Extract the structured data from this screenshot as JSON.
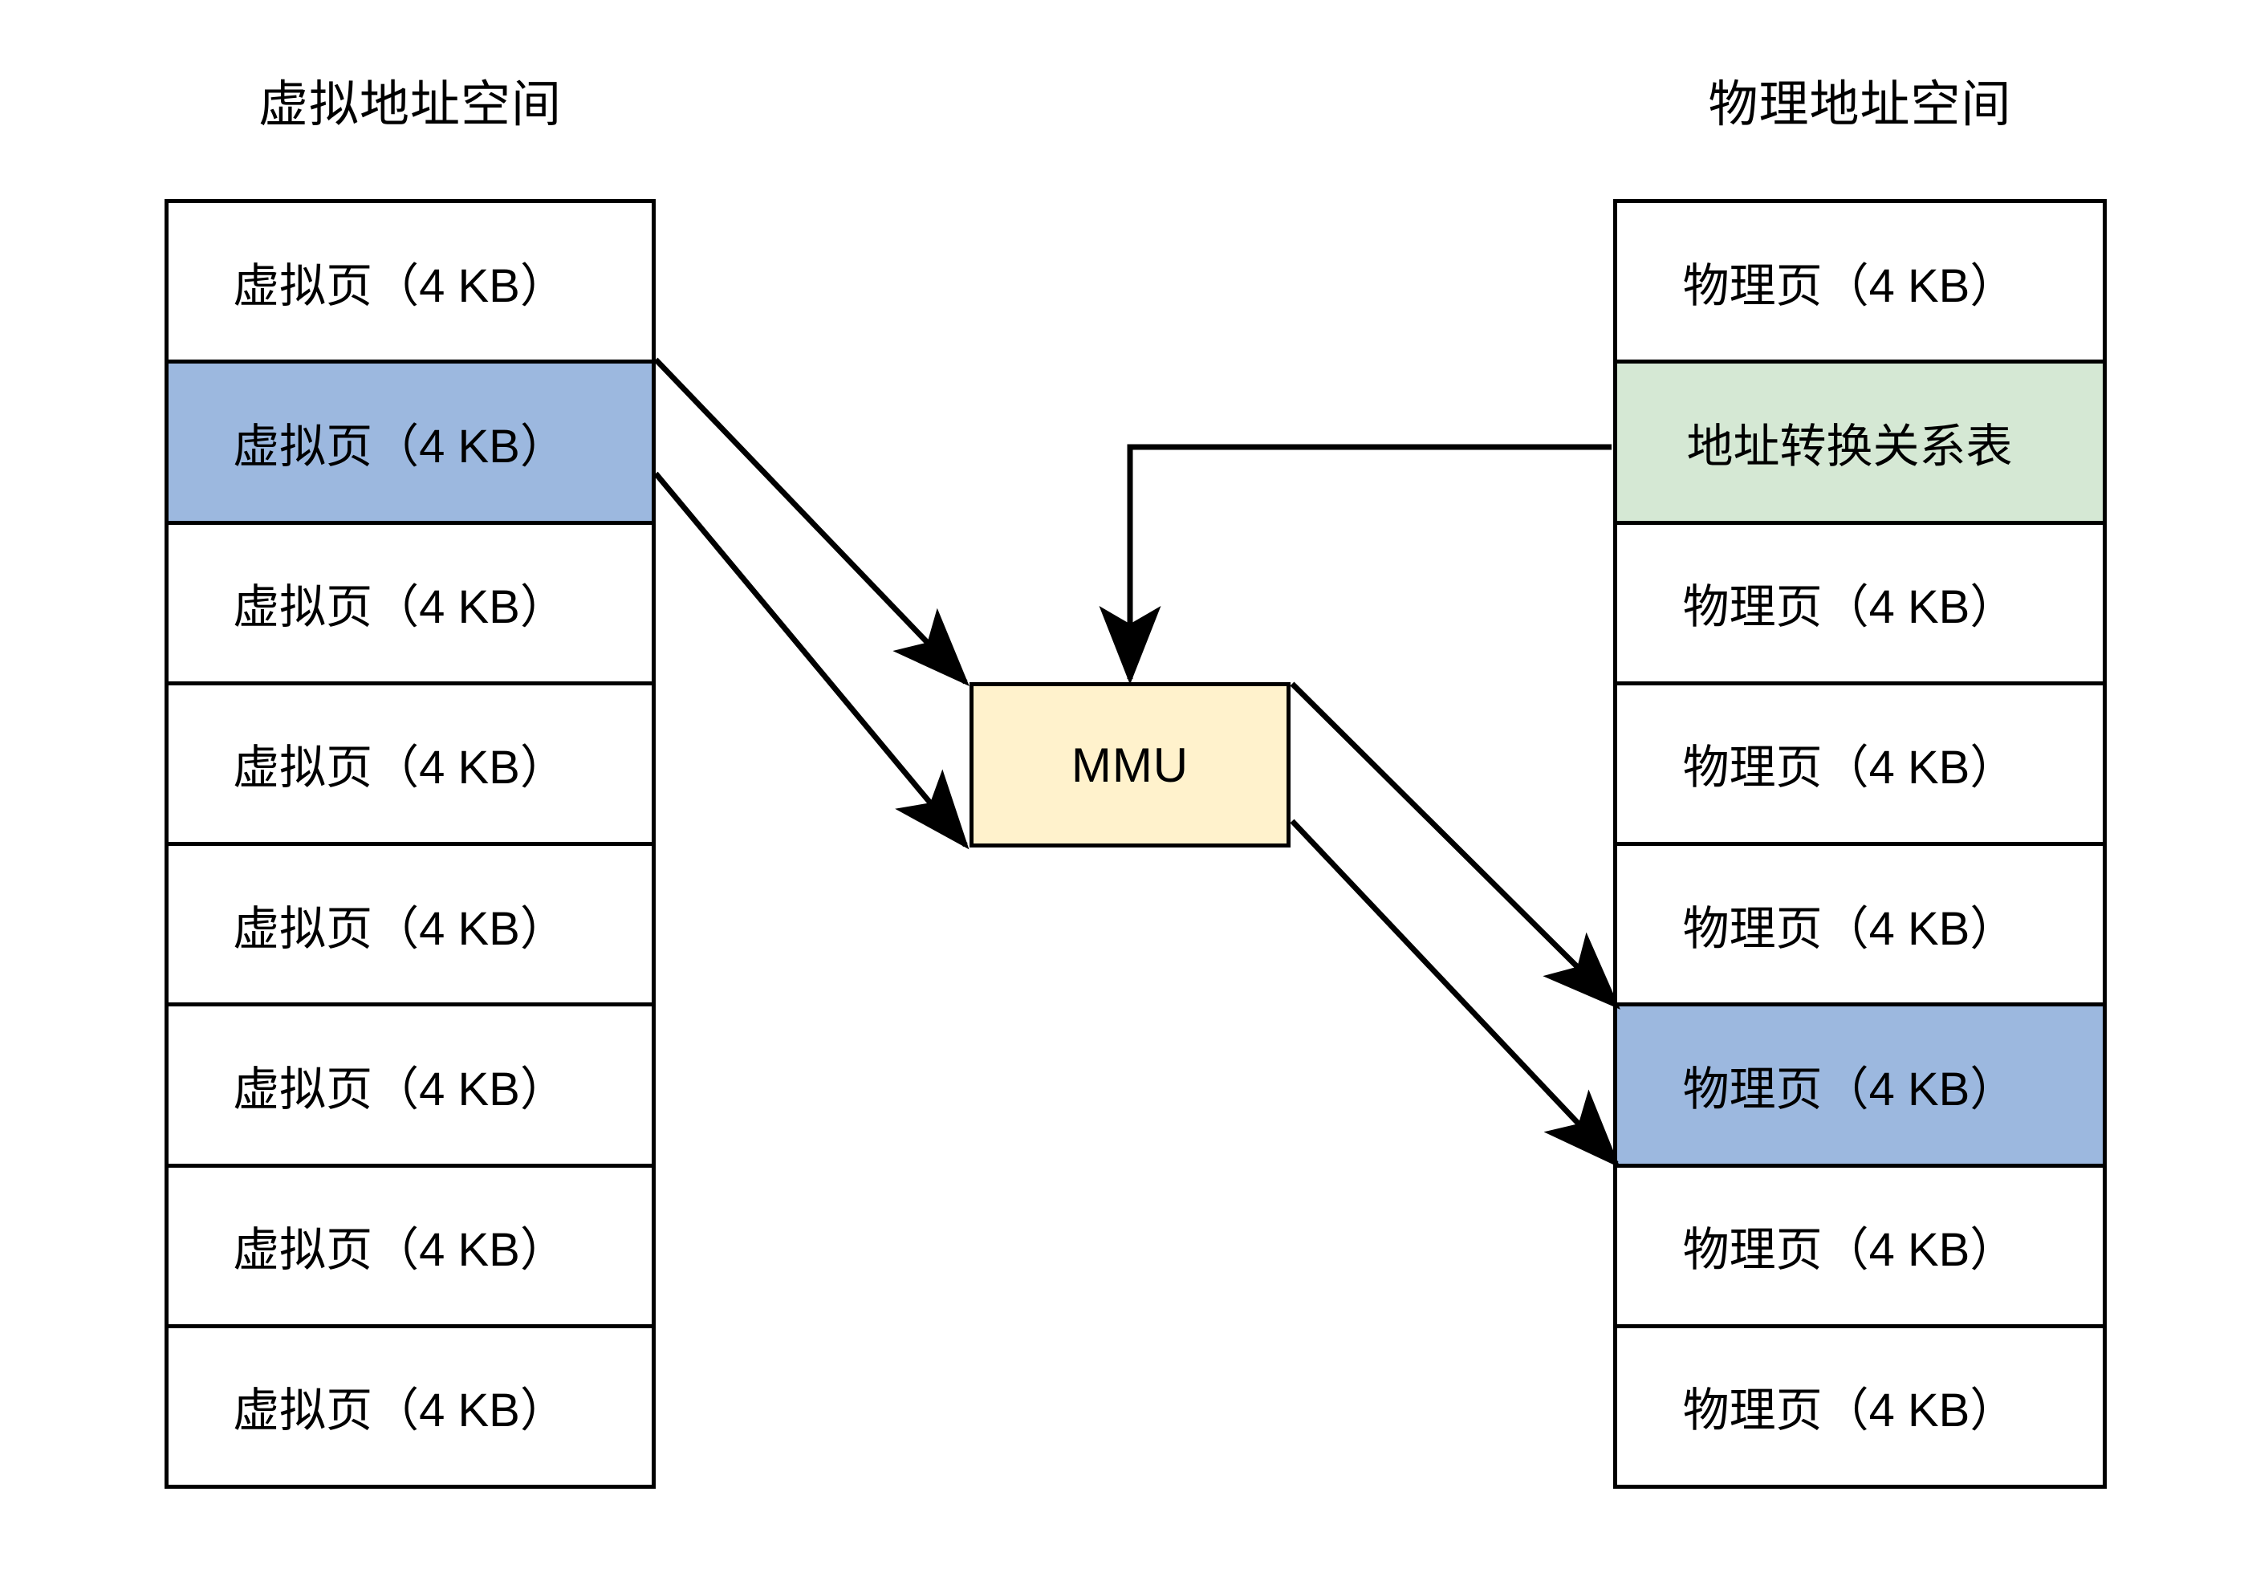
{
  "diagram": {
    "title_left": "虚拟地址空间",
    "title_right": "物理地址空间",
    "mmu_label": "MMU",
    "colors": {
      "highlight_blue": "#9CB8DF",
      "highlight_green": "#D5E8D4",
      "mmu_fill": "#FFF2CC",
      "stroke": "#000000",
      "page_fill": "#FFFFFF"
    },
    "virtual_space": {
      "rows": [
        {
          "label": "虚拟页（4 KB）",
          "fill": "white"
        },
        {
          "label": "虚拟页（4 KB）",
          "fill": "blue"
        },
        {
          "label": "虚拟页（4 KB）",
          "fill": "white"
        },
        {
          "label": "虚拟页（4 KB）",
          "fill": "white"
        },
        {
          "label": "虚拟页（4 KB）",
          "fill": "white"
        },
        {
          "label": "虚拟页（4 KB）",
          "fill": "white"
        },
        {
          "label": "虚拟页（4 KB）",
          "fill": "white"
        },
        {
          "label": "虚拟页（4 KB）",
          "fill": "white"
        }
      ]
    },
    "physical_space": {
      "rows": [
        {
          "label": "物理页（4 KB）",
          "fill": "white"
        },
        {
          "label": "地址转换关系表",
          "fill": "green"
        },
        {
          "label": "物理页（4 KB）",
          "fill": "white"
        },
        {
          "label": "物理页（4 KB）",
          "fill": "white"
        },
        {
          "label": "物理页（4 KB）",
          "fill": "white"
        },
        {
          "label": "物理页（4 KB）",
          "fill": "blue"
        },
        {
          "label": "物理页（4 KB）",
          "fill": "white"
        },
        {
          "label": "物理页（4 KB）",
          "fill": "white"
        }
      ]
    },
    "connectors": [
      {
        "name": "virtual-page-to-mmu-upper",
        "from": "virtual_space.rows.1",
        "to": "mmu"
      },
      {
        "name": "virtual-page-to-mmu-lower",
        "from": "virtual_space.rows.1",
        "to": "mmu"
      },
      {
        "name": "page-table-to-mmu",
        "from": "physical_space.rows.1",
        "to": "mmu"
      },
      {
        "name": "mmu-to-physical-page-upper",
        "from": "mmu",
        "to": "physical_space.rows.5"
      },
      {
        "name": "mmu-to-physical-page-lower",
        "from": "mmu",
        "to": "physical_space.rows.5"
      }
    ]
  }
}
